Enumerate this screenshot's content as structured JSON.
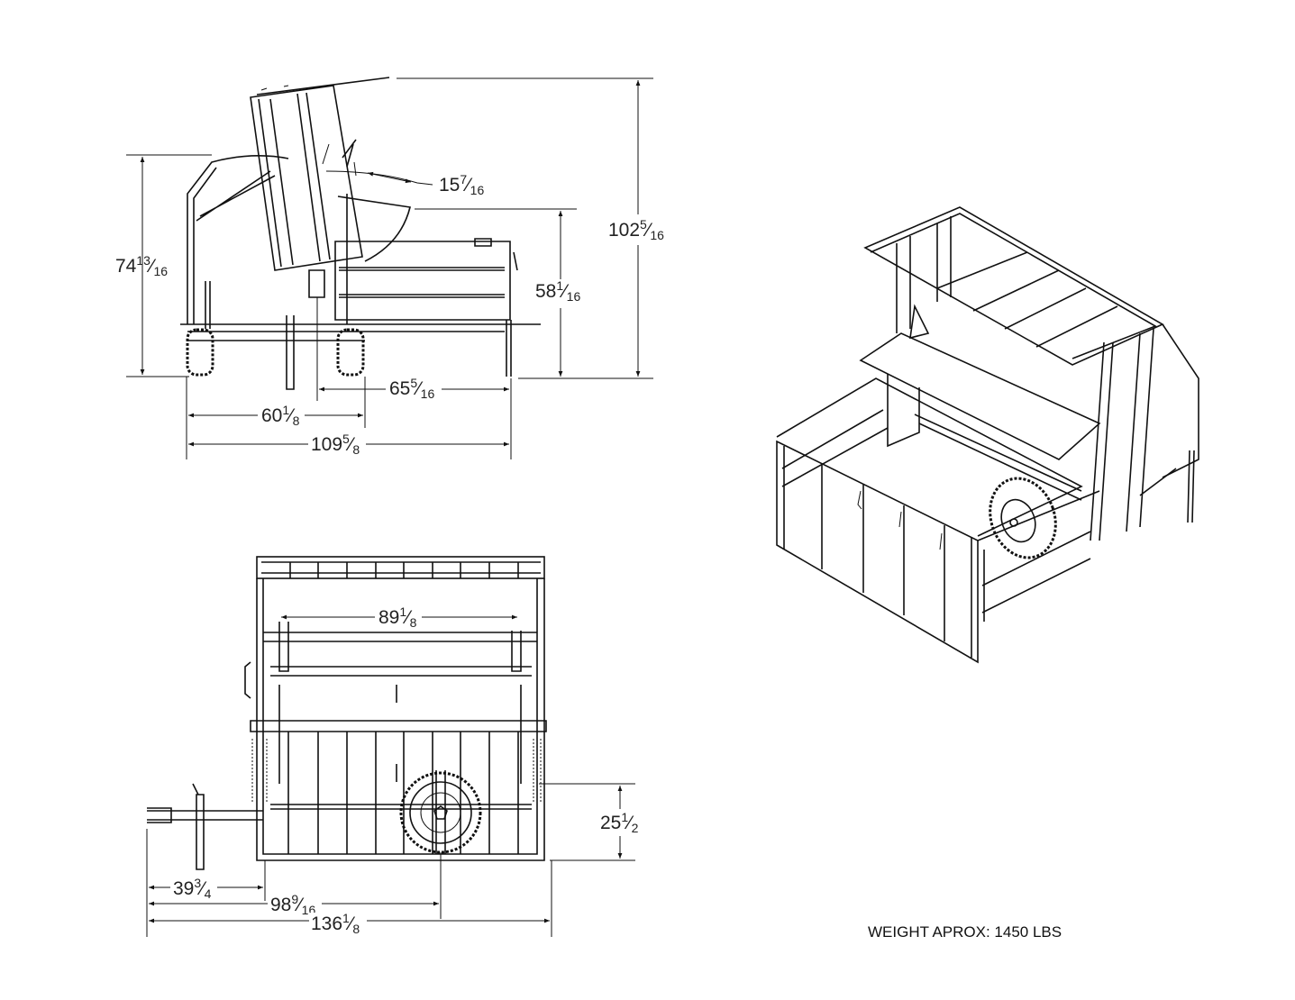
{
  "dimensions": {
    "side_overall_height": {
      "whole": "102",
      "num": "5",
      "den": "16"
    },
    "side_body_height": {
      "whole": "74",
      "num": "13",
      "den": "16"
    },
    "side_rail_height": {
      "whole": "58",
      "num": "1",
      "den": "16"
    },
    "side_chute_arc": {
      "whole": "15",
      "num": "7",
      "den": "16"
    },
    "side_rail_length": {
      "whole": "65",
      "num": "5",
      "den": "16"
    },
    "side_wheelbase": {
      "whole": "60",
      "num": "1",
      "den": "8"
    },
    "side_overall_length": {
      "whole": "109",
      "num": "5",
      "den": "8"
    },
    "top_inner_width": {
      "whole": "89",
      "num": "1",
      "den": "8"
    },
    "top_axle_offset": {
      "whole": "25",
      "num": "1",
      "den": "2"
    },
    "top_tongue_length": {
      "whole": "39",
      "num": "3",
      "den": "4"
    },
    "top_hitch_to_axle": {
      "whole": "98",
      "num": "9",
      "den": "16"
    },
    "top_overall_length": {
      "whole": "136",
      "num": "1",
      "den": "8"
    }
  },
  "weight_note": "WEIGHT APROX: 1450 LBS"
}
